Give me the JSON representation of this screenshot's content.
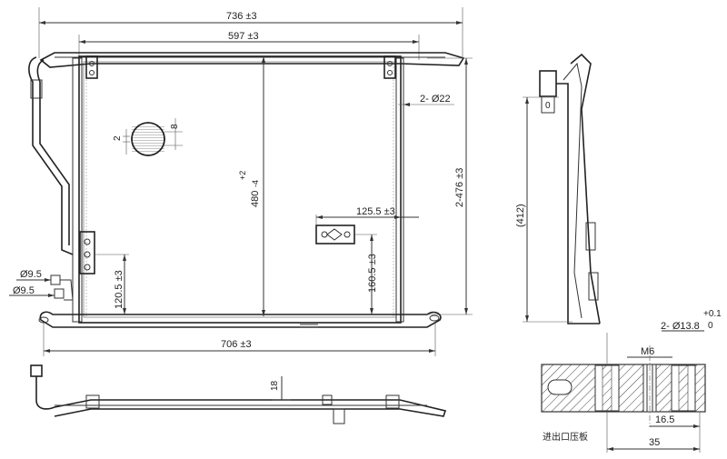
{
  "dimensions": {
    "overall_width": "736 ±3",
    "core_width": "597 ±3",
    "mount_span": "706 ±3",
    "core_height_value": "480",
    "core_height_plus": "+2",
    "core_height_minus": "-4",
    "side_height": "2-476 ±3",
    "inlet_offset": "120.5 ±3",
    "bracket_offset": "160.5 ±3",
    "bracket_distance": "125.5 ±3",
    "hole_2_diameter": "2- Ø22",
    "pipe_diameter_a": "Ø9.5",
    "pipe_diameter_b": "Ø9.5",
    "grille_pitch": "2",
    "grille_width": "8",
    "side_view_height": "(412)",
    "bottom_view_thickness": "18",
    "plate_holes": "2- Ø13.8",
    "plate_tol_upper": "+0.1",
    "plate_tol_lower": "0",
    "plate_thread": "M6",
    "plate_hole_spacing": "16.5",
    "plate_length": "35",
    "bracket_tag": "0"
  },
  "labels": {
    "plate_caption": "进出口压板"
  }
}
